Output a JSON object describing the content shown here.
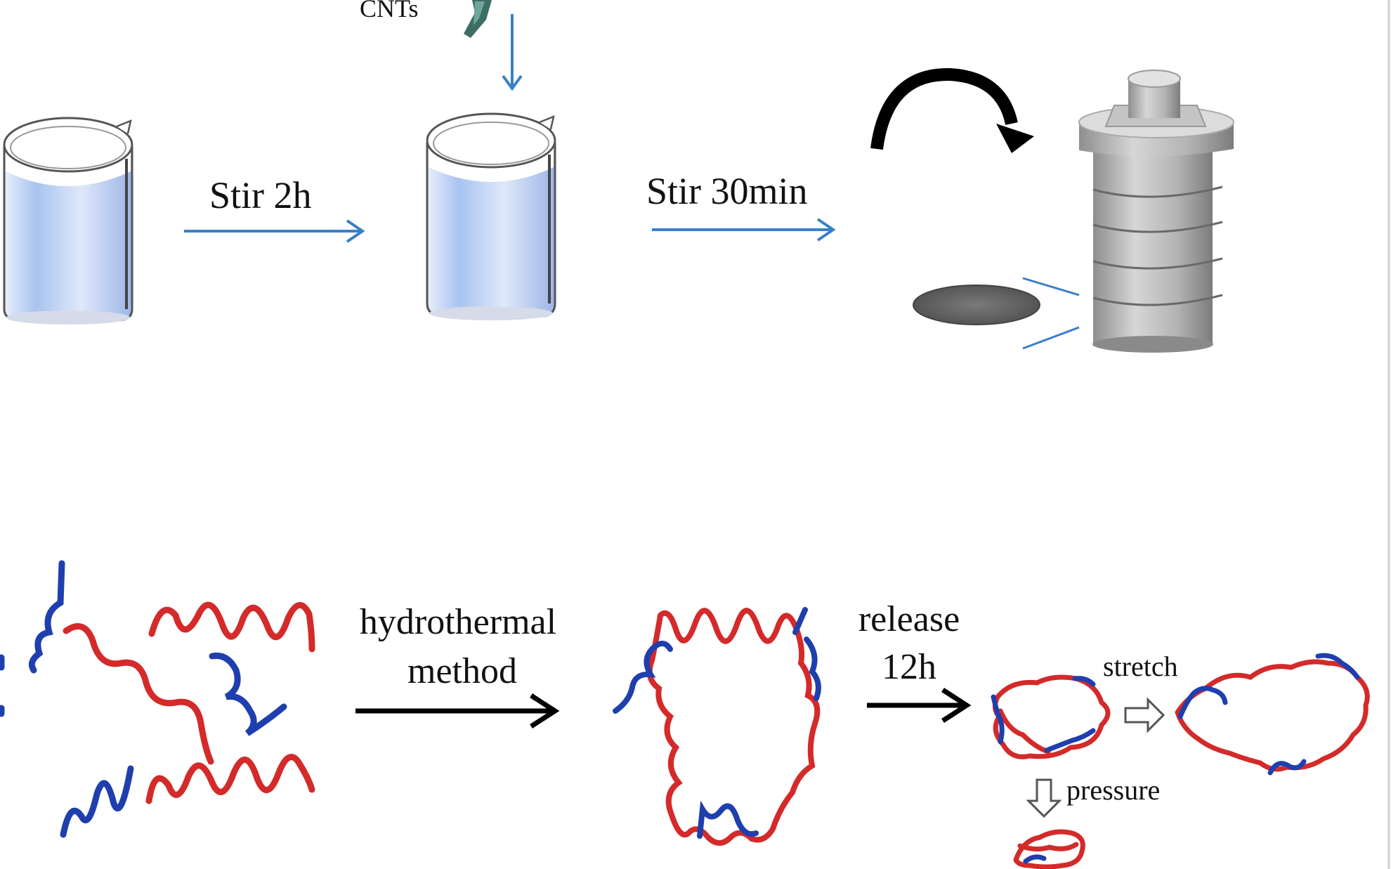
{
  "labels": {
    "cnts": "CNTs",
    "stir_2h": "Stir 2h",
    "stir_30min": "Stir 30min",
    "hydrothermal_line1": "hydrothermal",
    "hydrothermal_line2": "method",
    "release_line1": "release",
    "release_line2": "12h",
    "stretch": "stretch",
    "pressure": "pressure"
  },
  "colors": {
    "flow_arrow": "#3a7fc8",
    "chain_red": "#d42a2a",
    "chain_blue": "#1f3fae",
    "beaker_fill": "#bcd2f5",
    "autoclave_gray": "#a8a8a8",
    "sample_disk": "#6a6a6a"
  }
}
